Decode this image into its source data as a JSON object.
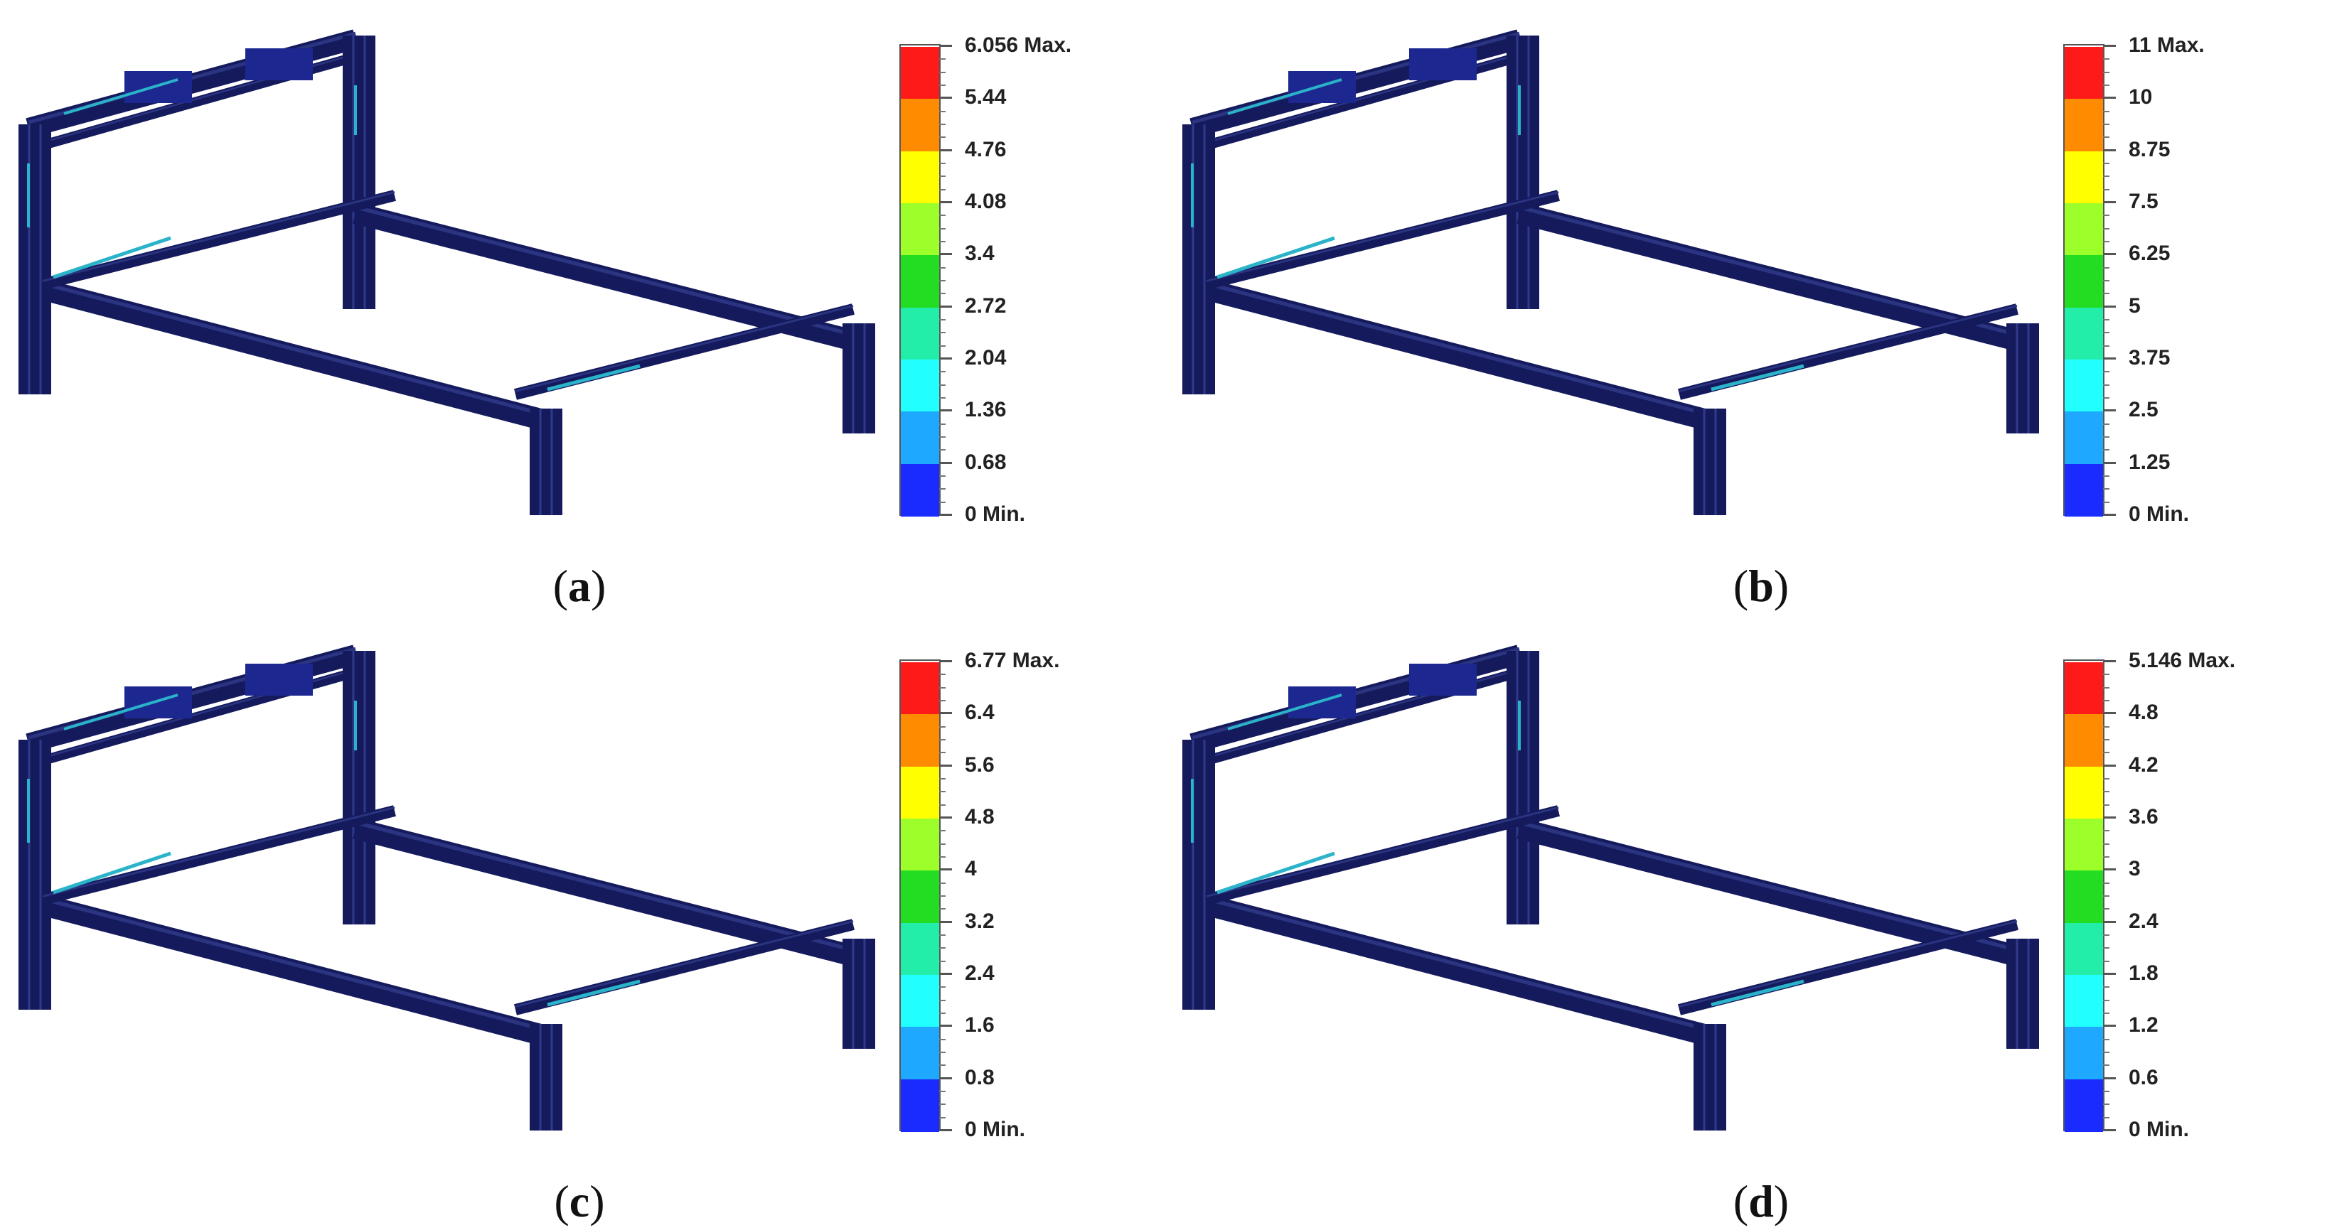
{
  "figure": {
    "panels": [
      {
        "id": "a",
        "legend": [
          "6.056 Max.",
          "5.44",
          "4.76",
          "4.08",
          "3.4",
          "2.72",
          "2.04",
          "1.36",
          "0.68",
          "0 Min."
        ]
      },
      {
        "id": "b",
        "legend": [
          "11 Max.",
          "10",
          "8.75",
          "7.5",
          "6.25",
          "5",
          "3.75",
          "2.5",
          "1.25",
          "0 Min."
        ]
      },
      {
        "id": "c",
        "legend": [
          "6.77 Max.",
          "6.4",
          "5.6",
          "4.8",
          "4",
          "3.2",
          "2.4",
          "1.6",
          "0.8",
          "0 Min."
        ]
      },
      {
        "id": "d",
        "legend": [
          "5.146 Max.",
          "4.8",
          "4.2",
          "3.6",
          "3",
          "2.4",
          "1.8",
          "1.2",
          "0.6",
          "0 Min."
        ]
      }
    ],
    "colormap": [
      "#ff1a1a",
      "#ff8c00",
      "#ffff00",
      "#9cff2a",
      "#22dd22",
      "#22eeaa",
      "#22ffff",
      "#1ea8ff",
      "#1a2bff"
    ],
    "frame_color": "#141a5c",
    "highlight_color": "#2ab3c9"
  }
}
